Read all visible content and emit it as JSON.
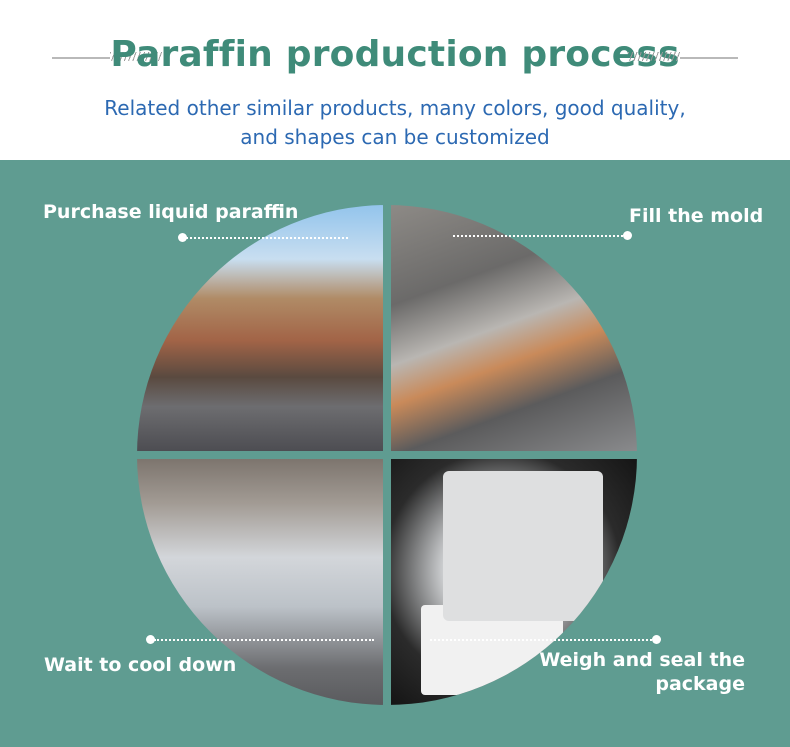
{
  "header": {
    "title": "Paraffin production process",
    "subtitle_line1": "Related other similar products, many colors, good quality,",
    "subtitle_line2": "and shapes can be customized"
  },
  "colors": {
    "title": "#3f8b79",
    "subtitle": "#2c69b2",
    "panel": "#5f9c91",
    "label": "#ffffff"
  },
  "steps": [
    {
      "label": "Purchase liquid paraffin",
      "image": "truck-loaded-with-sacks-photo"
    },
    {
      "label": "Fill the mold",
      "image": "filling-machine-photo"
    },
    {
      "label": "Wait to cool down",
      "image": "cooling-racks-photo"
    },
    {
      "label_line1": "Weigh and seal the",
      "label_line2": "package",
      "image": "paraffin-block-on-scale-photo"
    }
  ]
}
